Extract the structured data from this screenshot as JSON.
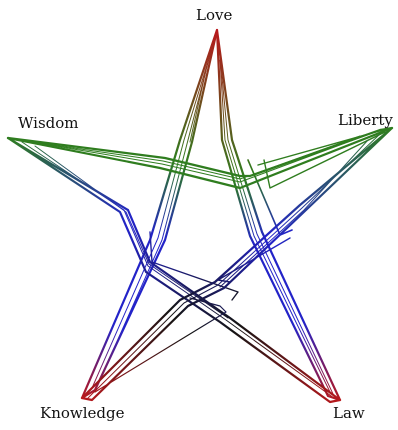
{
  "diagram": {
    "labels": {
      "top": "Love",
      "right": "Liberty",
      "left": "Wisdom",
      "bottom_left": "Knowledge",
      "bottom_right": "Law"
    },
    "colors": {
      "red": "#b8181c",
      "green": "#2f7d1f",
      "blue": "#2323c8",
      "black": "#141414",
      "background": "#ffffff"
    }
  }
}
